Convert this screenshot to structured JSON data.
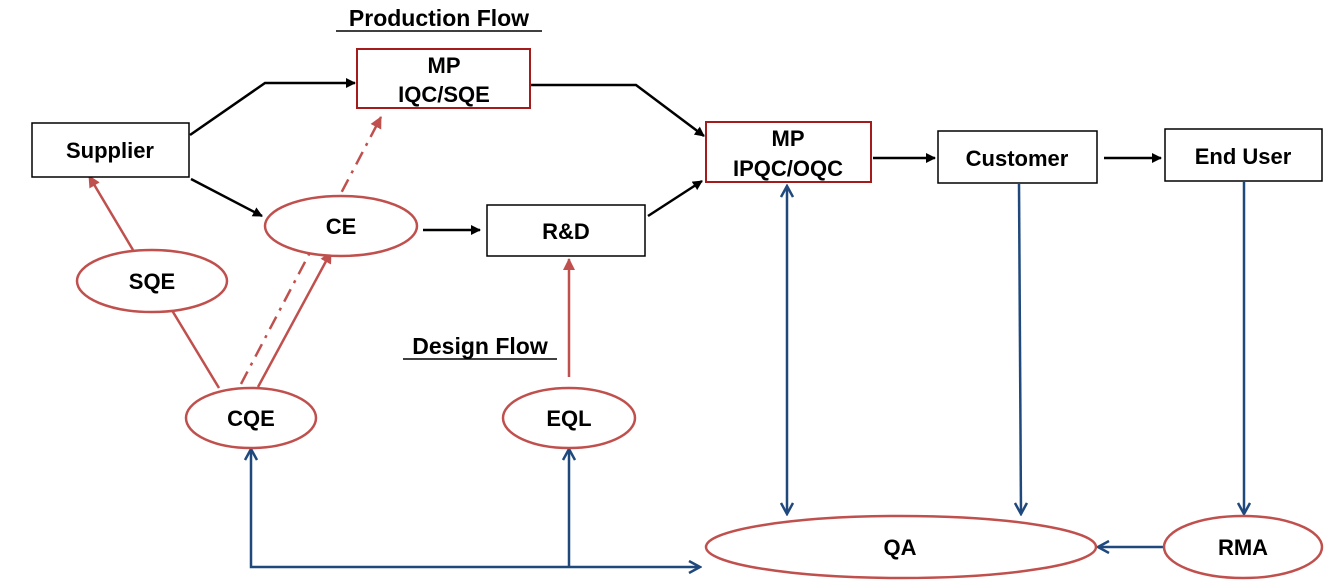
{
  "titles": {
    "production_flow": "Production Flow",
    "design_flow": "Design Flow"
  },
  "colors": {
    "flow_black": "#000000",
    "box_red": "#a31b1b",
    "ellipse_red": "#c0504d",
    "qa_blue": "#1f497d"
  },
  "nodes": {
    "supplier": "Supplier",
    "mp_iqc_line1": "MP",
    "mp_iqc_line2": "IQC/SQE",
    "ce": "CE",
    "rd": "R&D",
    "mp_ipqc_line1": "MP",
    "mp_ipqc_line2": "IPQC/OQC",
    "customer": "Customer",
    "end_user": "End User",
    "sqe": "SQE",
    "cqe": "CQE",
    "eql": "EQL",
    "qa": "QA",
    "rma": "RMA"
  },
  "edges": [
    {
      "from": "Supplier",
      "to": "MP IQC/SQE",
      "style": "black-solid"
    },
    {
      "from": "Supplier",
      "to": "CE",
      "style": "black-solid"
    },
    {
      "from": "CE",
      "to": "R&D",
      "style": "black-solid"
    },
    {
      "from": "MP IQC/SQE",
      "to": "MP IPQC/OQC",
      "style": "black-solid"
    },
    {
      "from": "R&D",
      "to": "MP IPQC/OQC",
      "style": "black-solid"
    },
    {
      "from": "MP IPQC/OQC",
      "to": "Customer",
      "style": "black-solid"
    },
    {
      "from": "Customer",
      "to": "End User",
      "style": "black-solid"
    },
    {
      "from": "SQE",
      "to": "Supplier",
      "style": "red-solid"
    },
    {
      "from": "CQE",
      "to": "SQE",
      "style": "red-solid-line"
    },
    {
      "from": "CQE",
      "to": "CE",
      "style": "red-solid"
    },
    {
      "from": "CQE",
      "to": "MP IQC/SQE",
      "style": "red-dashdot"
    },
    {
      "from": "EQL",
      "to": "R&D",
      "style": "red-solid"
    },
    {
      "from": "QA",
      "to": "MP IPQC/OQC",
      "style": "blue-bidirectional"
    },
    {
      "from": "Customer",
      "to": "QA",
      "style": "blue"
    },
    {
      "from": "End User",
      "to": "RMA",
      "style": "blue"
    },
    {
      "from": "RMA",
      "to": "QA",
      "style": "blue"
    },
    {
      "from": "CQE/EQL bus",
      "to": "QA",
      "style": "blue"
    }
  ]
}
